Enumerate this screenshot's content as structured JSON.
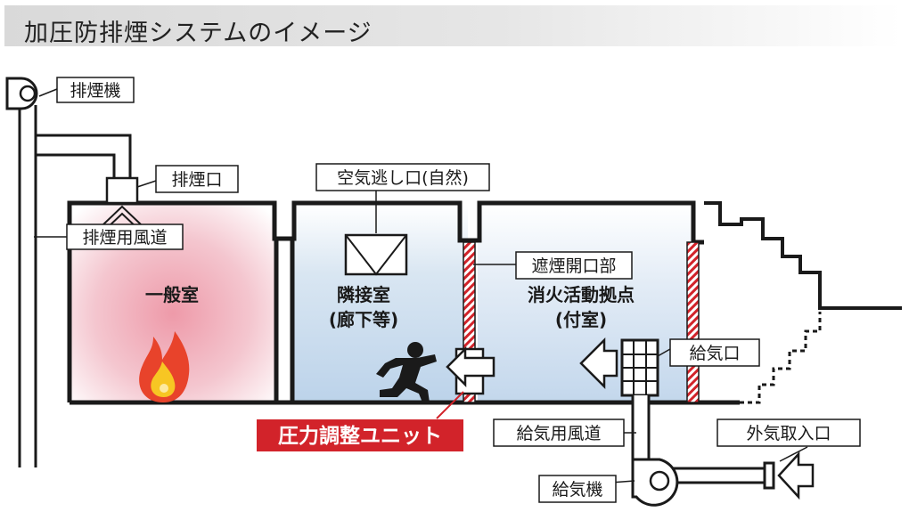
{
  "title": "加圧防排煙システムのイメージ",
  "rooms": {
    "fire_room": "一般室",
    "adjacent_room_line1": "隣接室",
    "adjacent_room_line2": "(廊下等)",
    "base_room_line1": "消火活動拠点",
    "base_room_line2": "(付室)"
  },
  "labels": {
    "smoke_exhaust_fan": "排煙機",
    "smoke_exhaust_outlet": "排煙口",
    "smoke_exhaust_duct": "排煙用風道",
    "air_relief_vent": "空気逃し口(自然)",
    "smoke_barrier_opening": "遮煙開口部",
    "air_supply_outlet": "給気口",
    "air_supply_duct": "給気用風道",
    "outside_air_intake": "外気取入口",
    "air_supply_fan": "給気機",
    "pressure_control_unit": "圧力調整ユニット"
  },
  "colors": {
    "fire_zone": "#f2c4cc",
    "clean_zone": "#c9dcee",
    "unit_label_bg": "#d2232a",
    "barrier_hatch": "#d2232a",
    "flame_outer": "#e8432b",
    "flame_inner": "#f7c623"
  },
  "icons": {
    "person": "running-person-icon",
    "flame": "flame-icon"
  }
}
